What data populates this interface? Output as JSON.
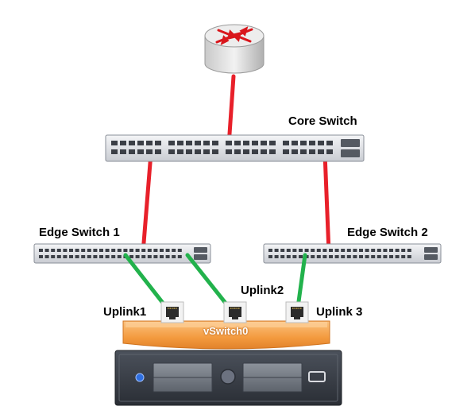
{
  "labels": {
    "core_switch": "Core Switch",
    "edge_switch_1": "Edge Switch 1",
    "edge_switch_2": "Edge Switch 2",
    "uplink1": "Uplink1",
    "uplink2": "Uplink2",
    "uplink3": "Uplink 3",
    "vswitch": "vSwitch0"
  },
  "colors": {
    "core_link": "#e8202a",
    "uplink_link": "#22b24c",
    "vswitch_fill": "#f7a04a",
    "switch_body": "#e6e8ec",
    "server_body": "#3a3f48"
  },
  "icons": [
    "router-icon",
    "core-switch-icon",
    "edge-switch-1-icon",
    "edge-switch-2-icon",
    "nic-port-icon",
    "vswitch-icon",
    "server-icon"
  ]
}
